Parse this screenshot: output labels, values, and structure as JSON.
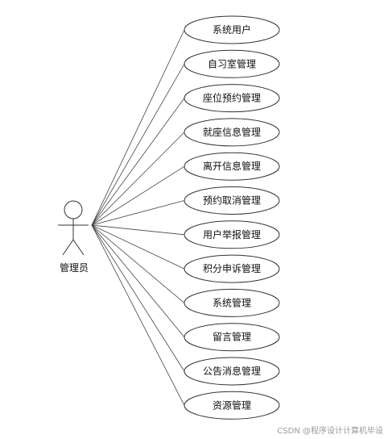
{
  "actor": {
    "label": "管理员"
  },
  "use_cases": [
    {
      "label": "系统用户"
    },
    {
      "label": "自习室管理"
    },
    {
      "label": "座位预约管理"
    },
    {
      "label": "就座信息管理"
    },
    {
      "label": "离开信息管理"
    },
    {
      "label": "预约取消管理"
    },
    {
      "label": "用户举报管理"
    },
    {
      "label": "积分申诉管理"
    },
    {
      "label": "系统管理"
    },
    {
      "label": "留言管理"
    },
    {
      "label": "公告消息管理"
    },
    {
      "label": "资源管理"
    }
  ],
  "watermark": "CSDN @程序设计计算机毕设"
}
